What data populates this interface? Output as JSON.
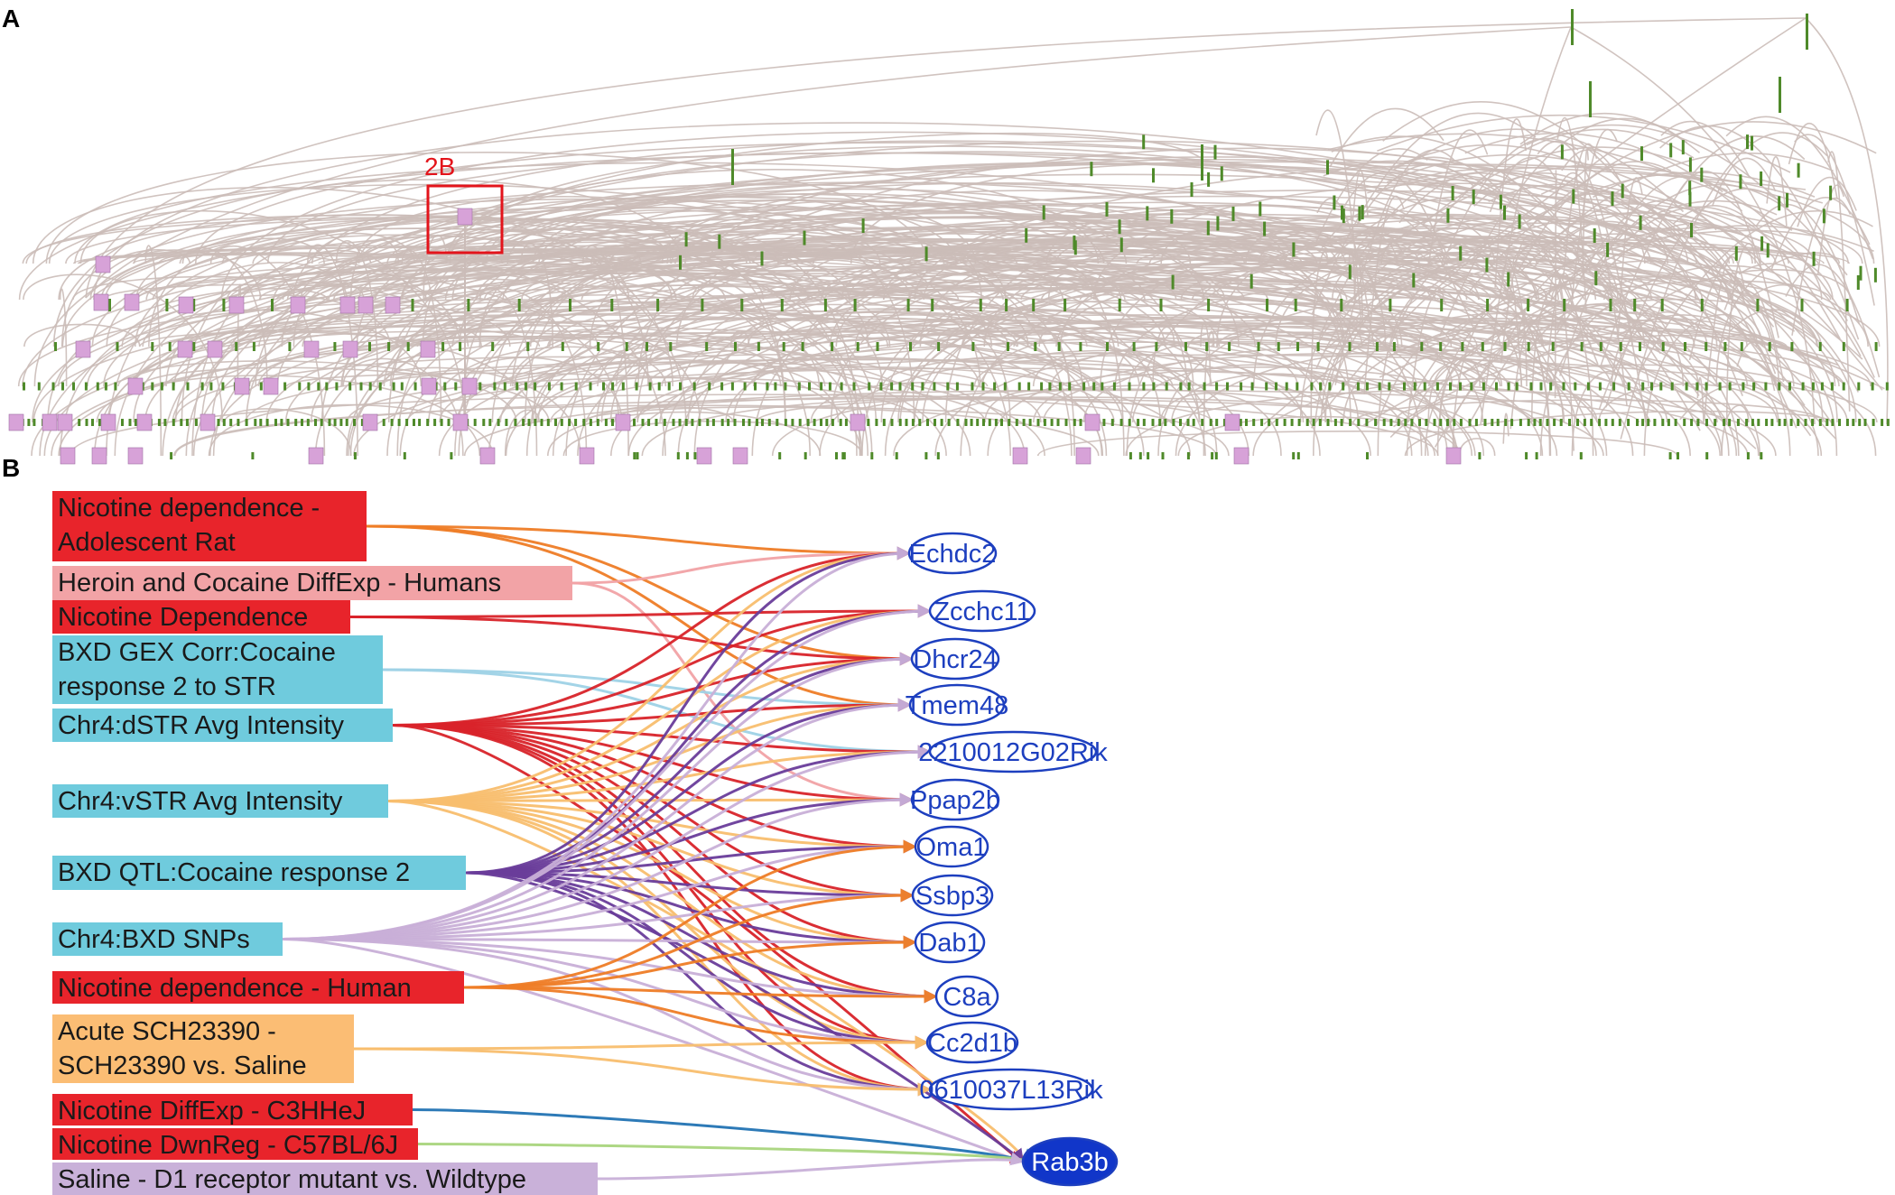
{
  "panels": {
    "a_label": "A",
    "b_label": "B",
    "callout_label": "2B"
  },
  "colors": {
    "edge_gray": "#cbbcb8",
    "gene_node_green": "#4f8a2a",
    "set_node_pink": "#d7a2d8",
    "callout_red": "#e3141b",
    "gene_outline_blue": "#1d3fbf",
    "gene_filled_blue": "#1136c9"
  },
  "sources": [
    {
      "id": "nic_adol",
      "lines": [
        "Nicotine dependence -",
        "Adolescent Rat"
      ],
      "bg": "#e8242b",
      "edge": "#ef7d26"
    },
    {
      "id": "heroin",
      "lines": [
        "Heroin and Cocaine DiffExp - Humans"
      ],
      "bg": "#f2a3a6",
      "edge": "#f2a3a6"
    },
    {
      "id": "nic_dep",
      "lines": [
        "Nicotine Dependence"
      ],
      "bg": "#e8242b",
      "edge": "#d9232a"
    },
    {
      "id": "bxd_gex",
      "lines": [
        "BXD GEX Corr:Cocaine",
        "response 2 to STR"
      ],
      "bg": "#6fcbdd",
      "edge": "#9fd2e6"
    },
    {
      "id": "dstr",
      "lines": [
        "Chr4:dSTR Avg Intensity"
      ],
      "bg": "#6fcbdd",
      "edge": "#d9232a"
    },
    {
      "id": "vstr",
      "lines": [
        "Chr4:vSTR Avg Intensity"
      ],
      "bg": "#6fcbdd",
      "edge": "#f8be6e"
    },
    {
      "id": "bxd_qtl",
      "lines": [
        "BXD QTL:Cocaine response 2"
      ],
      "bg": "#6fcbdd",
      "edge": "#6a3d9a"
    },
    {
      "id": "snps",
      "lines": [
        "Chr4:BXD SNPs"
      ],
      "bg": "#6fcbdd",
      "edge": "#c9afd8"
    },
    {
      "id": "nic_human",
      "lines": [
        "Nicotine dependence - Human"
      ],
      "bg": "#e8242b",
      "edge": "#ef7d26"
    },
    {
      "id": "sch",
      "lines": [
        "Acute SCH23390 -",
        "SCH23390 vs. Saline"
      ],
      "bg": "#fbbd74",
      "edge": "#f8be6e"
    },
    {
      "id": "nic_c3h",
      "lines": [
        "Nicotine DiffExp - C3HHeJ"
      ],
      "bg": "#e8242b",
      "edge": "#2273b4"
    },
    {
      "id": "nic_c57",
      "lines": [
        "Nicotine DwnReg - C57BL/6J"
      ],
      "bg": "#e8242b",
      "edge": "#a9d57e"
    },
    {
      "id": "saline_d1",
      "lines": [
        "Saline - D1 receptor mutant vs. Wildtype"
      ],
      "bg": "#c9b1d9",
      "edge": "#c9b1d9"
    }
  ],
  "genes": [
    {
      "id": "echdc2",
      "label": "Echdc2"
    },
    {
      "id": "zcchc11",
      "label": "Zcchc11"
    },
    {
      "id": "dhcr24",
      "label": "Dhcr24"
    },
    {
      "id": "tmem48",
      "label": "Tmem48"
    },
    {
      "id": "rik2210",
      "label": "2210012G02Rik"
    },
    {
      "id": "ppap2b",
      "label": "Ppap2b"
    },
    {
      "id": "oma1",
      "label": "Oma1"
    },
    {
      "id": "ssbp3",
      "label": "Ssbp3"
    },
    {
      "id": "dab1",
      "label": "Dab1"
    },
    {
      "id": "c8a",
      "label": "C8a"
    },
    {
      "id": "cc2d1b",
      "label": "Cc2d1b"
    },
    {
      "id": "rik0610",
      "label": "0610037L13Rik"
    },
    {
      "id": "rab3b",
      "label": "Rab3b",
      "filled": true
    }
  ],
  "edges": [
    [
      "nic_adol",
      "echdc2"
    ],
    [
      "nic_adol",
      "dhcr24"
    ],
    [
      "nic_adol",
      "tmem48"
    ],
    [
      "heroin",
      "echdc2"
    ],
    [
      "heroin",
      "ppap2b"
    ],
    [
      "nic_dep",
      "zcchc11"
    ],
    [
      "nic_dep",
      "dhcr24"
    ],
    [
      "bxd_gex",
      "tmem48"
    ],
    [
      "bxd_gex",
      "rik2210"
    ],
    [
      "dstr",
      "echdc2"
    ],
    [
      "dstr",
      "zcchc11"
    ],
    [
      "dstr",
      "dhcr24"
    ],
    [
      "dstr",
      "tmem48"
    ],
    [
      "dstr",
      "rik2210"
    ],
    [
      "dstr",
      "ppap2b"
    ],
    [
      "dstr",
      "oma1"
    ],
    [
      "dstr",
      "ssbp3"
    ],
    [
      "dstr",
      "dab1"
    ],
    [
      "dstr",
      "c8a"
    ],
    [
      "dstr",
      "cc2d1b"
    ],
    [
      "dstr",
      "rik0610"
    ],
    [
      "dstr",
      "rab3b"
    ],
    [
      "vstr",
      "echdc2"
    ],
    [
      "vstr",
      "zcchc11"
    ],
    [
      "vstr",
      "dhcr24"
    ],
    [
      "vstr",
      "tmem48"
    ],
    [
      "vstr",
      "rik2210"
    ],
    [
      "vstr",
      "ppap2b"
    ],
    [
      "vstr",
      "oma1"
    ],
    [
      "vstr",
      "ssbp3"
    ],
    [
      "vstr",
      "dab1"
    ],
    [
      "vstr",
      "c8a"
    ],
    [
      "vstr",
      "cc2d1b"
    ],
    [
      "vstr",
      "rik0610"
    ],
    [
      "vstr",
      "rab3b"
    ],
    [
      "bxd_qtl",
      "echdc2"
    ],
    [
      "bxd_qtl",
      "zcchc11"
    ],
    [
      "bxd_qtl",
      "dhcr24"
    ],
    [
      "bxd_qtl",
      "tmem48"
    ],
    [
      "bxd_qtl",
      "rik2210"
    ],
    [
      "bxd_qtl",
      "ppap2b"
    ],
    [
      "bxd_qtl",
      "oma1"
    ],
    [
      "bxd_qtl",
      "ssbp3"
    ],
    [
      "bxd_qtl",
      "dab1"
    ],
    [
      "bxd_qtl",
      "c8a"
    ],
    [
      "bxd_qtl",
      "cc2d1b"
    ],
    [
      "bxd_qtl",
      "rik0610"
    ],
    [
      "bxd_qtl",
      "rab3b"
    ],
    [
      "snps",
      "echdc2"
    ],
    [
      "snps",
      "zcchc11"
    ],
    [
      "snps",
      "dhcr24"
    ],
    [
      "snps",
      "tmem48"
    ],
    [
      "snps",
      "rik2210"
    ],
    [
      "snps",
      "ppap2b"
    ],
    [
      "snps",
      "oma1"
    ],
    [
      "snps",
      "ssbp3"
    ],
    [
      "snps",
      "dab1"
    ],
    [
      "snps",
      "c8a"
    ],
    [
      "snps",
      "cc2d1b"
    ],
    [
      "snps",
      "rik0610"
    ],
    [
      "snps",
      "rab3b"
    ],
    [
      "nic_human",
      "oma1"
    ],
    [
      "nic_human",
      "ssbp3"
    ],
    [
      "nic_human",
      "dab1"
    ],
    [
      "nic_human",
      "c8a"
    ],
    [
      "nic_human",
      "cc2d1b"
    ],
    [
      "sch",
      "cc2d1b"
    ],
    [
      "sch",
      "rik0610"
    ],
    [
      "nic_c3h",
      "rab3b"
    ],
    [
      "nic_c57",
      "rab3b"
    ],
    [
      "saline_d1",
      "rab3b"
    ]
  ]
}
